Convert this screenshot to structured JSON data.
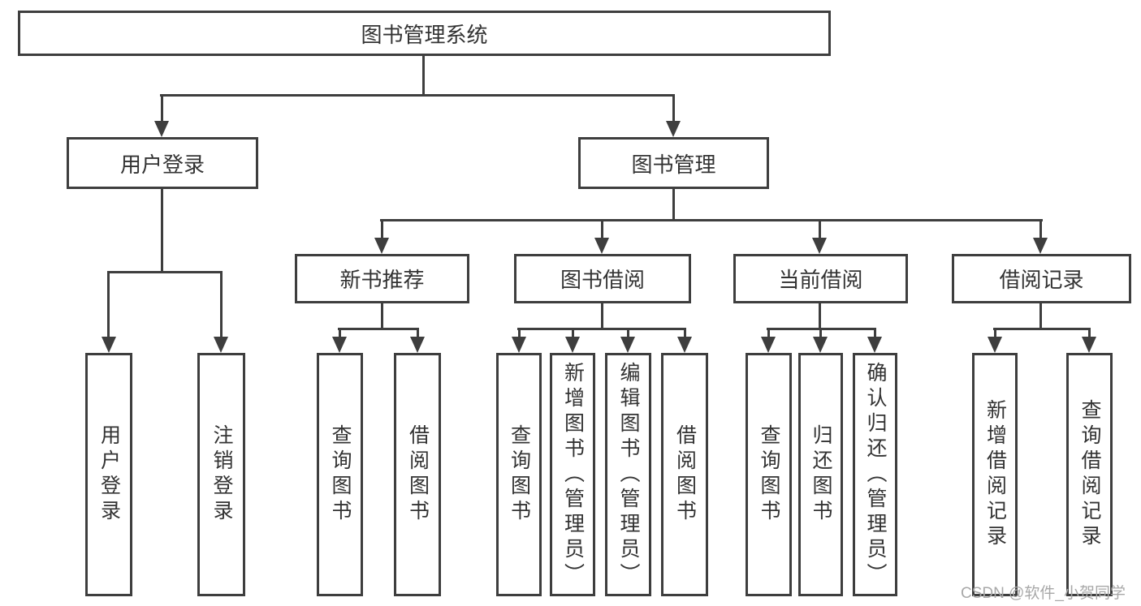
{
  "tree": {
    "label": "图书管理系统",
    "children": [
      {
        "label": "用户登录",
        "children": [
          {
            "label": "用户登录"
          },
          {
            "label": "注销登录"
          }
        ]
      },
      {
        "label": "图书管理",
        "children": [
          {
            "label": "新书推荐",
            "children": [
              {
                "label": "查询图书"
              },
              {
                "label": "借阅图书"
              }
            ]
          },
          {
            "label": "图书借阅",
            "children": [
              {
                "label": "查询图书"
              },
              {
                "label": "新增图书（管理员）"
              },
              {
                "label": "编辑图书（管理员）"
              },
              {
                "label": "借阅图书"
              }
            ]
          },
          {
            "label": "当前借阅",
            "children": [
              {
                "label": "查询图书"
              },
              {
                "label": "归还图书"
              },
              {
                "label": "确认归还（管理员）"
              }
            ]
          },
          {
            "label": "借阅记录",
            "children": [
              {
                "label": "新增借阅记录"
              },
              {
                "label": "查询借阅记录"
              }
            ]
          }
        ]
      }
    ]
  },
  "watermark": {
    "text": "CSDN @软件_小贺同学"
  },
  "colors": {
    "line": "#3e3e3e",
    "box_border": "#3e3e3e",
    "box_fill": "#ffffff",
    "text": "#333333",
    "watermark": "#a8a8a8",
    "background": "#ffffff"
  }
}
